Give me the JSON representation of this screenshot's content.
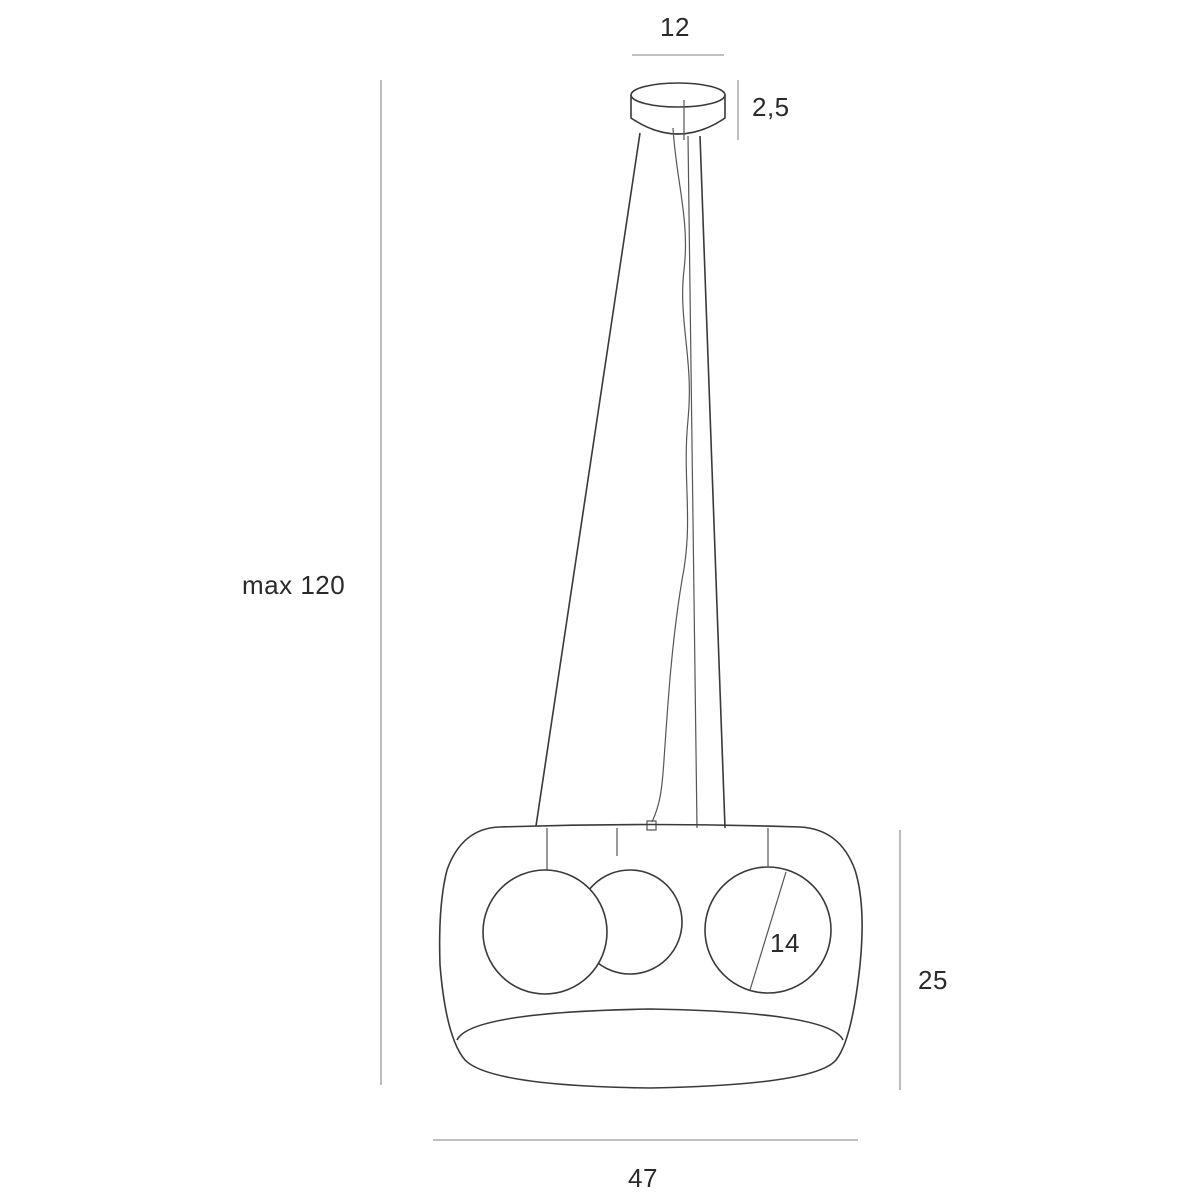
{
  "drawing": {
    "type": "pendant-lamp-dimension-drawing",
    "colors": {
      "line": "#3a3a3a",
      "dimension_line": "#9a9a9a",
      "text": "#2a2a2a",
      "background": "#ffffff"
    }
  },
  "dimensions": {
    "canopy_width": "12",
    "canopy_height": "2,5",
    "max_height": "max 120",
    "globe_diameter": "14",
    "shade_height": "25",
    "shade_width": "47"
  }
}
